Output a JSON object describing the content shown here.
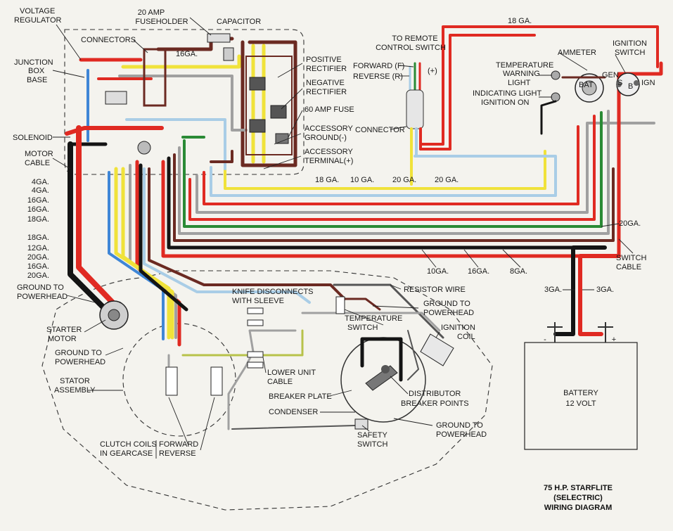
{
  "title": {
    "line1": "75 H.P. STARFLITE",
    "line2": "(SELECTRIC)",
    "line3": "WIRING DIAGRAM"
  },
  "labels": {
    "voltage_regulator_1": "VOLTAGE",
    "voltage_regulator_2": "REGULATOR",
    "amp20_1": "20 AMP",
    "amp20_2": "FUSEHOLDER",
    "capacitor": "CAPACITOR",
    "connectors": "CONNECTORS",
    "junction_1": "JUNCTION",
    "junction_2": "BOX",
    "junction_3": "BASE",
    "ga16_small": "16GA.",
    "positive_rect_1": "POSITIVE",
    "positive_rect_2": "RECTIFIER",
    "negative_rect_1": "NEGATIVE",
    "negative_rect_2": "RECTIFIER",
    "fuse60": "60 AMP FUSE",
    "acc_ground_1": "ACCESSORY",
    "acc_ground_2": "GROUND(-)",
    "acc_term_1": "ACCESSORY",
    "acc_term_2": "TERMINAL(+)",
    "solenoid": "SOLENOID",
    "motor_cable_1": "MOTOR",
    "motor_cable_2": "CABLE",
    "to_remote_1": "TO REMOTE",
    "to_remote_2": "CONTROL SWITCH",
    "forward_f": "FORWARD (F)",
    "reverse_r": "REVERSE (R)",
    "plus": "(+)",
    "connector": "CONNECTOR",
    "ga18_top": "18 GA.",
    "ammeter": "AMMETER",
    "ignition_switch_1": "IGNITION",
    "ignition_switch_2": "SWITCH",
    "temp_warn_1": "TEMPERATURE",
    "temp_warn_2": "WARNING",
    "temp_warn_3": "LIGHT",
    "ind_light_1": "INDICATING LIGHT",
    "ind_light_2": "IGNITION ON",
    "gen": "GEN",
    "bat": "BAT",
    "s": "S",
    "b": "B",
    "ign": "IGN",
    "ga_18": "18 GA.",
    "ga_10": "10 GA.",
    "ga_20a": "20 GA.",
    "ga_20b": "20 GA.",
    "ga_20_right": "20GA.",
    "switch_cable_1": "SWITCH",
    "switch_cable_2": "CABLE",
    "ga_10b": "10GA.",
    "ga_16b": "16GA.",
    "ga_8": "8GA.",
    "ga_3a": "3GA.",
    "ga_3b": "3GA.",
    "left_ga": [
      "4GA.",
      "4GA.",
      "16GA.",
      "16GA.",
      "18GA.",
      "18GA.",
      "12GA.",
      "20GA.",
      "16GA.",
      "20GA."
    ],
    "ground_ph_1": "GROUND TO",
    "ground_ph_2": "POWERHEAD",
    "knife_1": "KNIFE DISCONNECTS",
    "knife_2": "WITH SLEEVE",
    "resistor_wire": "RESISTOR WIRE",
    "ground_ph_b1": "GROUND TO",
    "ground_ph_b2": "POWERHEAD",
    "temp_switch_1": "TEMPERATURE",
    "temp_switch_2": "SWITCH",
    "ign_coil_1": "IGNITION",
    "ign_coil_2": "COIL",
    "starter_1": "STARTER",
    "starter_2": "MOTOR",
    "ground_ph_c1": "GROUND TO",
    "ground_ph_c2": "POWERHEAD",
    "stator_1": "STATOR",
    "stator_2": "ASSEMBLY",
    "lower_unit_1": "LOWER UNIT",
    "lower_unit_2": "CABLE",
    "breaker_plate": "BREAKER PLATE",
    "distributor": "DISTRIBUTOR",
    "breaker_points": "BREAKER POINTS",
    "condenser": "CONDENSER",
    "safety_1": "SAFETY",
    "safety_2": "SWITCH",
    "ground_ph_d1": "GROUND TO",
    "ground_ph_d2": "POWERHEAD",
    "clutch_1": "CLUTCH COILS",
    "clutch_2": "IN GEARCASE",
    "forward": "FORWARD",
    "reverse": "REVERSE",
    "battery_1": "BATTERY",
    "battery_2": "12 VOLT",
    "bat_minus": "-",
    "bat_plus": "+"
  },
  "wire_colors": {
    "red": "#e02a22",
    "yellow": "#f0e23a",
    "blue": "#3f86d6",
    "light_blue": "#a9cde6",
    "green": "#2a8a35",
    "black": "#141414",
    "brown": "#6b2a22",
    "gray": "#a0a0a0",
    "olive": "#b7c24a"
  }
}
